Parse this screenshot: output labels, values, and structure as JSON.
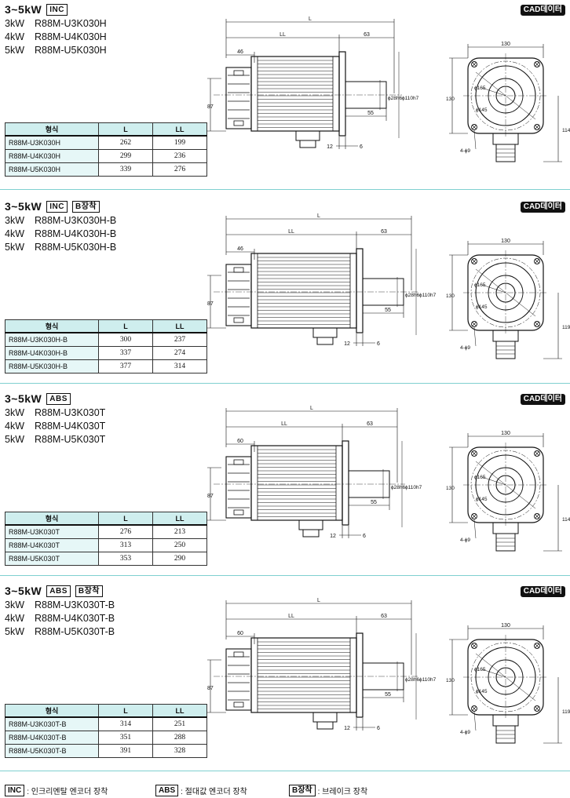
{
  "sections": [
    {
      "range": "3~5kW",
      "badges": [
        "INC"
      ],
      "models": [
        {
          "kw": "3kW",
          "name": "R88M-U3K030H"
        },
        {
          "kw": "4kW",
          "name": "R88M-U4K030H"
        },
        {
          "kw": "5kW",
          "name": "R88M-U5K030H"
        }
      ],
      "cad": "CAD데이터",
      "table": {
        "headers": [
          "형식",
          "L",
          "LL"
        ],
        "rows": [
          [
            "R88M-U3K030H",
            "262",
            "199"
          ],
          [
            "R88M-U4K030H",
            "299",
            "236"
          ],
          [
            "R88M-U5K030H",
            "339",
            "276"
          ]
        ]
      },
      "dims": {
        "L": "L",
        "LL": "LL",
        "d63": "63",
        "d46": "46",
        "d87": "87",
        "d28": "ϕ28h6",
        "d110": "ϕ110h7",
        "d55": "55",
        "d12": "12",
        "d6": "6",
        "d130": "130",
        "d130v": "130",
        "d165": "ϕ165",
        "d145": "ϕ145",
        "d114": "114",
        "holes": "4-ϕ9"
      }
    },
    {
      "range": "3~5kW",
      "badges": [
        "INC",
        "B장착"
      ],
      "models": [
        {
          "kw": "3kW",
          "name": "R88M-U3K030H-B"
        },
        {
          "kw": "4kW",
          "name": "R88M-U4K030H-B"
        },
        {
          "kw": "5kW",
          "name": "R88M-U5K030H-B"
        }
      ],
      "cad": "CAD데이터",
      "table": {
        "headers": [
          "형식",
          "L",
          "LL"
        ],
        "rows": [
          [
            "R88M-U3K030H-B",
            "300",
            "237"
          ],
          [
            "R88M-U4K030H-B",
            "337",
            "274"
          ],
          [
            "R88M-U5K030H-B",
            "377",
            "314"
          ]
        ]
      },
      "dims": {
        "L": "L",
        "LL": "LL",
        "d63": "63",
        "d46": "46",
        "d87": "87",
        "d28": "ϕ28h6",
        "d110": "ϕ110h7",
        "d55": "55",
        "d12": "12",
        "d6": "6",
        "d130": "130",
        "d130v": "130",
        "d165": "ϕ165",
        "d145": "ϕ145",
        "d114": "119",
        "holes": "4-ϕ9"
      }
    },
    {
      "range": "3~5kW",
      "badges": [
        "ABS"
      ],
      "models": [
        {
          "kw": "3kW",
          "name": "R88M-U3K030T"
        },
        {
          "kw": "4kW",
          "name": "R88M-U4K030T"
        },
        {
          "kw": "5kW",
          "name": "R88M-U5K030T"
        }
      ],
      "cad": "CAD데이터",
      "table": {
        "headers": [
          "형식",
          "L",
          "LL"
        ],
        "rows": [
          [
            "R88M-U3K030T",
            "276",
            "213"
          ],
          [
            "R88M-U4K030T",
            "313",
            "250"
          ],
          [
            "R88M-U5K030T",
            "353",
            "290"
          ]
        ]
      },
      "dims": {
        "L": "L",
        "LL": "LL",
        "d63": "63",
        "d46": "60",
        "d87": "87",
        "d28": "ϕ28h6",
        "d110": "ϕ110h7",
        "d55": "55",
        "d12": "12",
        "d6": "6",
        "d130": "130",
        "d130v": "130",
        "d165": "ϕ165",
        "d145": "ϕ145",
        "d114": "114",
        "holes": "4-ϕ9"
      }
    },
    {
      "range": "3~5kW",
      "badges": [
        "ABS",
        "B장착"
      ],
      "models": [
        {
          "kw": "3kW",
          "name": "R88M-U3K030T-B"
        },
        {
          "kw": "4kW",
          "name": "R88M-U4K030T-B"
        },
        {
          "kw": "5kW",
          "name": "R88M-U5K030T-B"
        }
      ],
      "cad": "CAD데이터",
      "table": {
        "headers": [
          "형식",
          "L",
          "LL"
        ],
        "rows": [
          [
            "R88M-U3K030T-B",
            "314",
            "251"
          ],
          [
            "R88M-U4K030T-B",
            "351",
            "288"
          ],
          [
            "R88M-U5K030T-B",
            "391",
            "328"
          ]
        ]
      },
      "dims": {
        "L": "L",
        "LL": "LL",
        "d63": "63",
        "d46": "60",
        "d87": "87",
        "d28": "ϕ28h6",
        "d110": "ϕ110h7",
        "d55": "55",
        "d12": "12",
        "d6": "6",
        "d130": "130",
        "d130v": "130",
        "d165": "ϕ165",
        "d145": "ϕ145",
        "d114": "119",
        "holes": "4-ϕ9"
      }
    }
  ],
  "legend": [
    {
      "badge": "INC",
      "text": ": 인크리멘탈 엔코더 장착"
    },
    {
      "badge": "ABS",
      "text": ": 절대값 엔코더 장착"
    },
    {
      "badge": "B장착",
      "text": ": 브레이크 장착"
    }
  ],
  "colors": {
    "table_header": "#cfeeee",
    "separator": "#7fd0d0",
    "line": "#111111"
  }
}
